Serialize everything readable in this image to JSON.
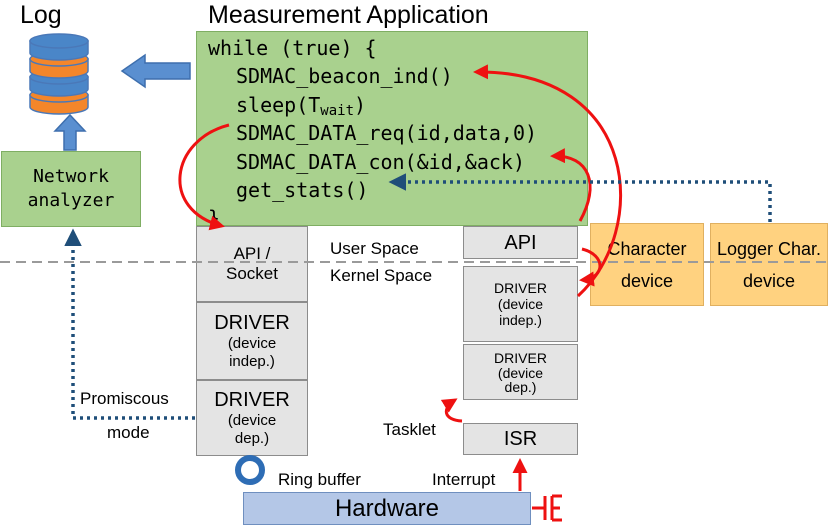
{
  "titles": {
    "log": "Log",
    "application": "Measurement  Application"
  },
  "code": {
    "line1": "while (true) {",
    "line2": "SDMAC_beacon_ind()",
    "line3_prefix": "sleep(T",
    "line3_sub": "wait",
    "line3_suffix": ")",
    "line4": "SDMAC_DATA_req(id,data,0)",
    "line5": "SDMAC_DATA_con(&id,&ack)",
    "line6": "get_stats()",
    "line7": "}"
  },
  "network_analyzer": {
    "line1": "Network",
    "line2": "analyzer"
  },
  "left_stack": {
    "api_line1": "API /",
    "api_line2": "Socket",
    "driver_indep_title": "DRIVER",
    "driver_indep_line1": "(device",
    "driver_indep_line2": "indep.)",
    "driver_dep_title": "DRIVER",
    "driver_dep_line1": "(device",
    "driver_dep_line2": "dep.)"
  },
  "right_stack": {
    "api": "API",
    "driver_indep_title": "DRIVER",
    "driver_indep_line1": "(device",
    "driver_indep_line2": "indep.)",
    "driver_dep_title": "DRIVER",
    "driver_dep_line1": "(device",
    "driver_dep_line2": "dep.)",
    "isr": "ISR"
  },
  "devices": {
    "character_line1": "Character",
    "character_line2": "device",
    "logger_line1": "Logger Char.",
    "logger_line2": "device"
  },
  "labels": {
    "user_space": "User Space",
    "kernel_space": "Kernel Space",
    "promiscous_line1": "Promiscous",
    "promiscous_line2": "mode",
    "tasklet": "Tasklet",
    "ring_buffer": "Ring buffer",
    "interrupt": "Interrupt"
  },
  "hardware": {
    "label": "Hardware"
  },
  "colors": {
    "app_green": "#a9d18e",
    "layer_grey": "#e4e4e4",
    "device_orange": "#ffd280",
    "hardware_blue": "#b4c7e7",
    "db_orange": "#f4862a",
    "db_blue": "#4a86c8",
    "call_red": "#ee1111",
    "stats_dotted": "#1f4e79"
  }
}
